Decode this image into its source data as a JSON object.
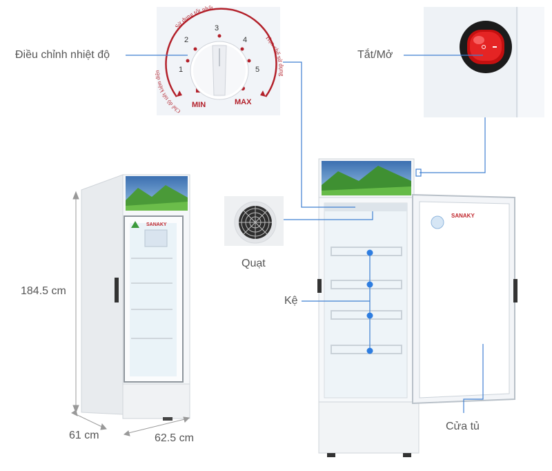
{
  "labels": {
    "temperature": "Điều chỉnh nhiệt độ",
    "power": "Tắt/Mở",
    "height": "184.5 cm",
    "fan": "Quạt",
    "shelf": "Kệ",
    "depth": "61 cm",
    "width": "62.5 cm",
    "door": "Cửa tủ"
  },
  "dial": {
    "arc_top": "Sử dụng tốt nhất",
    "arc_right": "Hạn chế sử dụng",
    "arc_left": "Chế độ tiết kiệm điện",
    "numbers": [
      "1",
      "2",
      "3",
      "4",
      "5"
    ],
    "min": "MIN",
    "max": "MAX"
  },
  "brand": "SANAKY",
  "colors": {
    "line": "#3f7fd1",
    "dial_red": "#b3202a",
    "dot": "#2e7de0",
    "switch_red": "#d81818"
  }
}
